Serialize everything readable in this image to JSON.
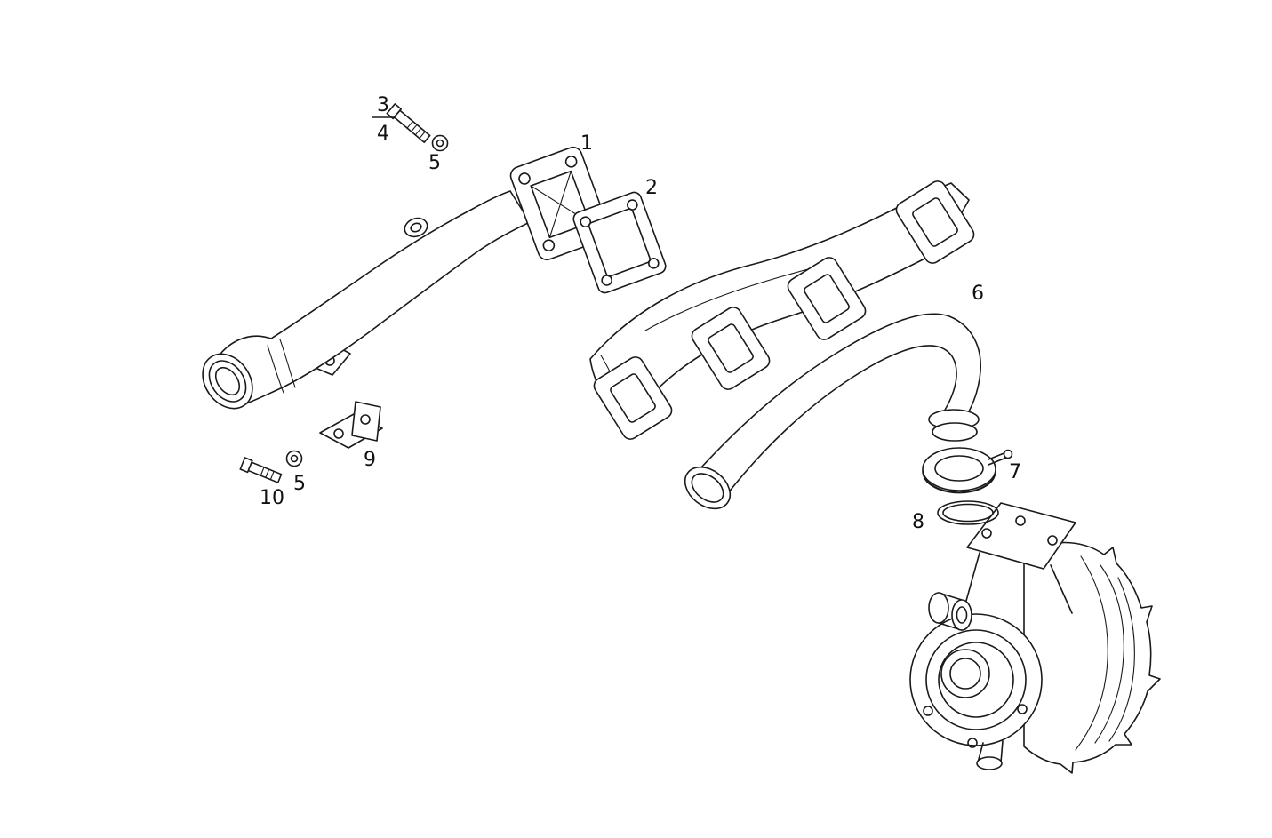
{
  "colors": {
    "background": "#ffffff",
    "line": "#1a1a1a",
    "text": "#111111"
  },
  "diagram": {
    "labels": [
      {
        "name": "pipe-flange",
        "text": "1"
      },
      {
        "name": "gasket",
        "text": "2"
      },
      {
        "name": "bolt-numerator",
        "text": "3"
      },
      {
        "name": "bolt-denominator",
        "text": "4"
      },
      {
        "name": "washer-upper",
        "text": "5"
      },
      {
        "name": "exhaust-pipe",
        "text": "6"
      },
      {
        "name": "clamp",
        "text": "7"
      },
      {
        "name": "seal-ring",
        "text": "8"
      },
      {
        "name": "bracket",
        "text": "9"
      },
      {
        "name": "washer-lower",
        "text": "5"
      },
      {
        "name": "bolt-lower",
        "text": "10"
      }
    ]
  }
}
